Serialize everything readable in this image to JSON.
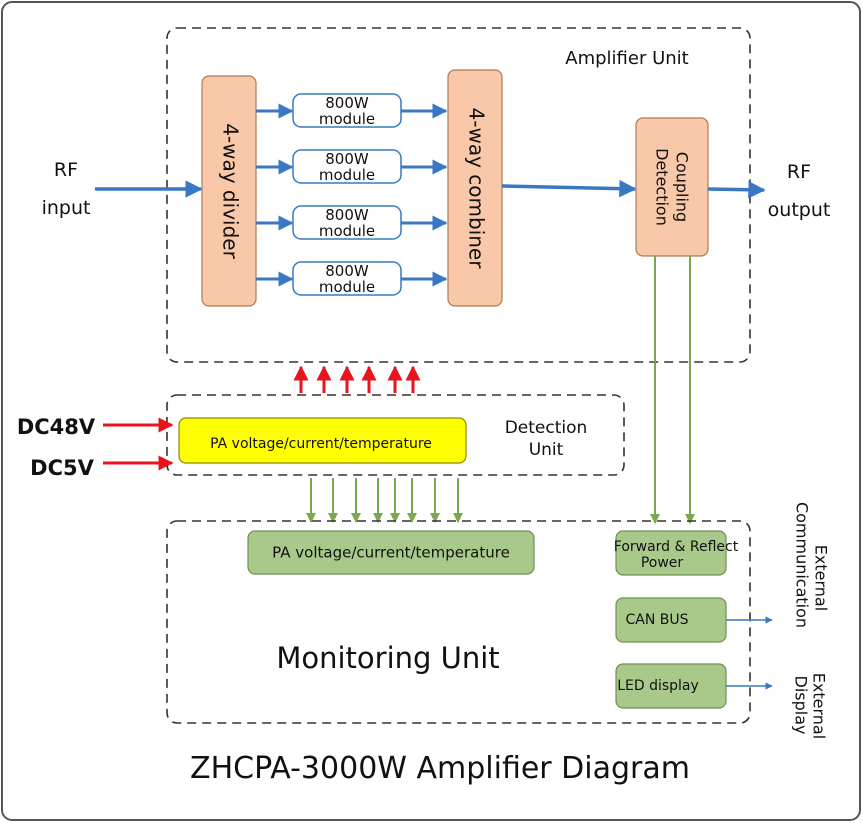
{
  "diagram": {
    "title": "ZHCPA-3000W Amplifier Diagram",
    "amplifier_unit": {
      "label": "Amplifier Unit",
      "divider": "4-way divider",
      "modules": [
        {
          "line1": "800W",
          "line2": "module"
        },
        {
          "line1": "800W",
          "line2": "module"
        },
        {
          "line1": "800W",
          "line2": "module"
        },
        {
          "line1": "800W",
          "line2": "module"
        }
      ],
      "combiner": "4-way combiner",
      "coupling": {
        "line1": "Coupling",
        "line2": "Detection"
      }
    },
    "rf_input": {
      "line1": "RF",
      "line2": "input"
    },
    "rf_output": {
      "line1": "RF",
      "line2": "output"
    },
    "power_inputs": [
      "DC48V",
      "DC5V"
    ],
    "detection_unit": {
      "label_line1": "Detection",
      "label_line2": "Unit",
      "box": "PA voltage/current/temperature"
    },
    "monitoring_unit": {
      "label": "Monitoring Unit",
      "pa_box": "PA voltage/current/temperature",
      "fwd_line1": "Forward & Reflect",
      "fwd_line2": "Power",
      "can_bus": "CAN BUS",
      "led_display": "LED display"
    },
    "external_communication": {
      "line1": "External",
      "line2": "Communication"
    },
    "external_display": {
      "line1": "External",
      "line2": "Display"
    },
    "colors": {
      "orange_block": "#f8c8a8",
      "green_block": "#a9c98a",
      "yellow_block": "#ffff00",
      "blue_arrow": "#3a78c4",
      "red_arrow": "#e8141b",
      "green_arrow": "#7aa84f"
    }
  }
}
